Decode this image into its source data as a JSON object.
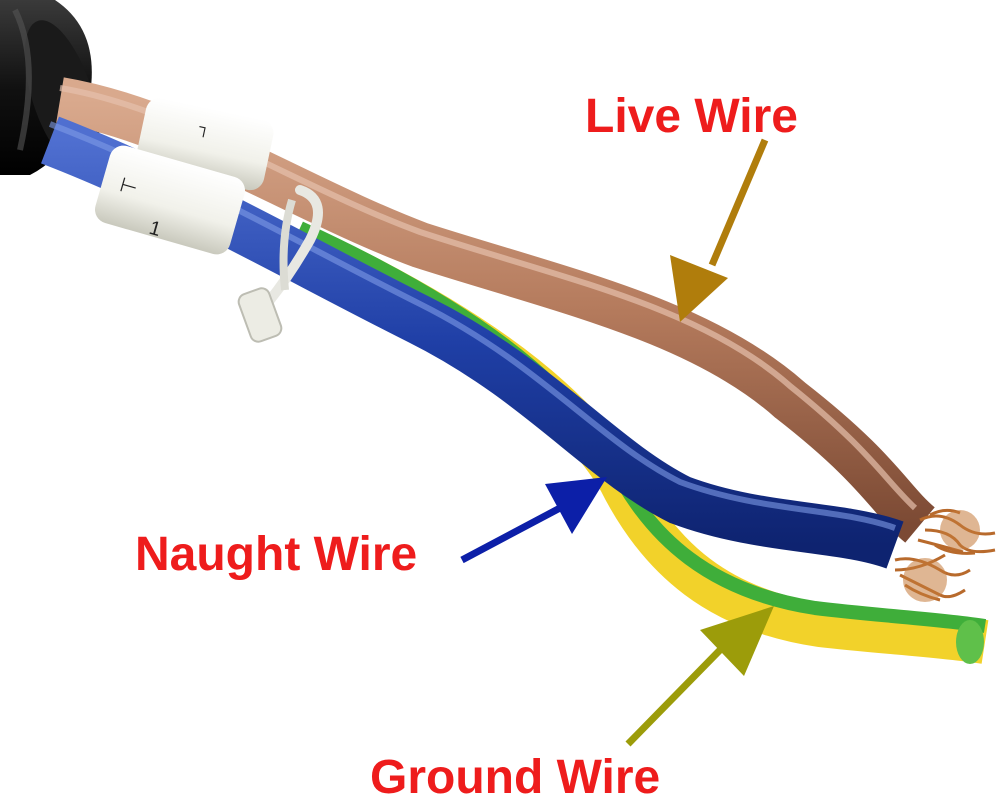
{
  "labels": {
    "live": "Live Wire",
    "naught": "Naught Wire",
    "ground": "Ground Wire"
  },
  "colors": {
    "label_text": "#ee1c1c",
    "live_arrow": "#b07d0c",
    "naught_arrow": "#0c1fa8",
    "ground_arrow": "#9c9c0a",
    "brown_wire": "#b47a5c",
    "blue_wire": "#1f3fa6",
    "ground_yellow": "#f2d22a",
    "ground_green": "#3fae3a",
    "cable_jacket": "#121212",
    "copper": "#b86a2c"
  }
}
